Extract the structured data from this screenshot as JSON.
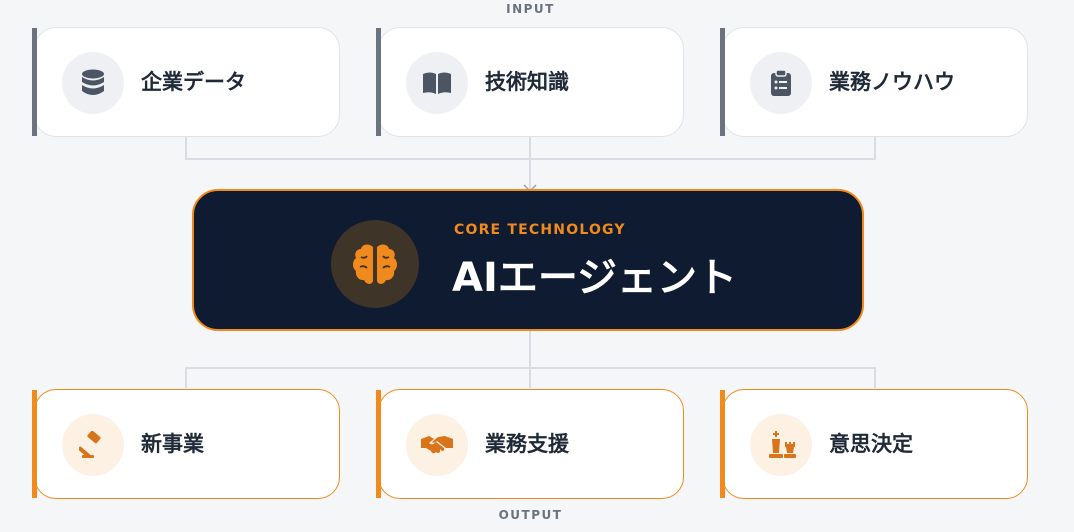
{
  "input_label": "INPUT",
  "output_label": "OUTPUT",
  "inputs": [
    {
      "label": "企業データ",
      "icon": "database-icon"
    },
    {
      "label": "技術知識",
      "icon": "book-icon"
    },
    {
      "label": "業務ノウハウ",
      "icon": "clipboard-icon"
    }
  ],
  "core": {
    "subtitle": "CORE TECHNOLOGY",
    "title": "AIエージェント",
    "icon": "brain-icon"
  },
  "outputs": [
    {
      "label": "新事業",
      "icon": "gavel-icon"
    },
    {
      "label": "業務支援",
      "icon": "handshake-icon"
    },
    {
      "label": "意思決定",
      "icon": "chess-icon"
    }
  ],
  "colors": {
    "accent": "#f08a1c",
    "core_bg": "#0e1b30",
    "input_bar": "#6b7280",
    "connector": "#d8dde3"
  }
}
